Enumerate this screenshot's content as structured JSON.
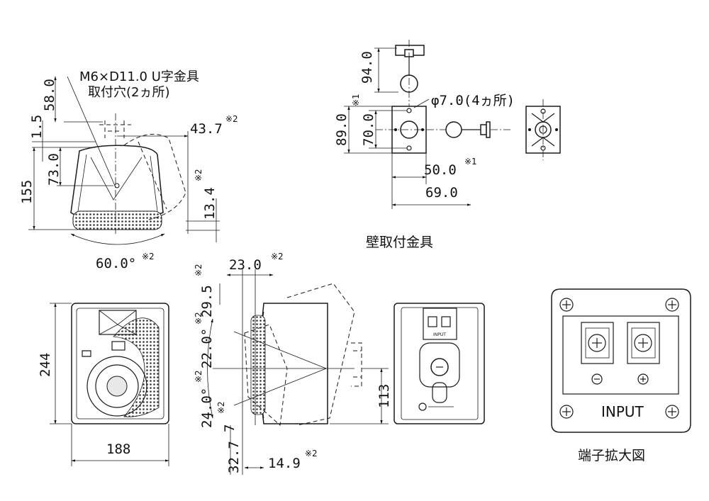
{
  "labels": {
    "hole_spec": "M6×D11.0 U字金具",
    "hole_count": "取付穴(2ヵ所)",
    "bracket_title": "壁取付金具",
    "terminal_title": "端子拡大図",
    "input_label": "INPUT",
    "input_label_small": "INPUT",
    "hole_dia": "φ7.0(4ヵ所)"
  },
  "dims": {
    "d58": "58.0",
    "d1_5": "1.5",
    "d155": "155",
    "d73": "73.0",
    "d43_7": "43.7",
    "d13_4": "13.4",
    "d60": "60.0°",
    "d94": "94.0",
    "d89": "89.0",
    "d70": "70.0",
    "d50": "50.0",
    "d69": "69.0",
    "d244": "244",
    "d188": "188",
    "d23": "23.0",
    "d29_5": "29.5",
    "d22": "22.0°",
    "d24": "24.0°",
    "d7": "7",
    "d32_7": "32.7",
    "d14_9": "14.9",
    "d113": "113"
  },
  "marks": {
    "note1": "※1",
    "note2": "※2"
  }
}
